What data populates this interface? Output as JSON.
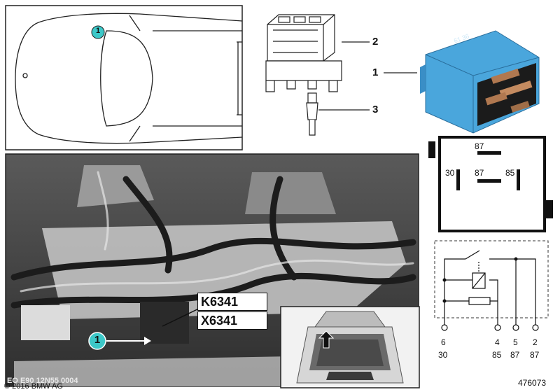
{
  "callout_marker": "1",
  "parts": [
    {
      "number": "2",
      "item": "relay-socket"
    },
    {
      "number": "1",
      "item": "relay"
    },
    {
      "number": "3",
      "item": "terminal"
    }
  ],
  "relay_label_text": "61 36",
  "pin_diagram": {
    "top": "87",
    "left": "30",
    "middle": "87",
    "right": "85"
  },
  "photo_labels": {
    "component": "K6341",
    "connector": "X6341"
  },
  "schematic_pins": [
    {
      "pin": "6",
      "terminal": "30"
    },
    {
      "pin": "4",
      "terminal": "85"
    },
    {
      "pin": "5",
      "terminal": "87"
    },
    {
      "pin": "2",
      "terminal": "87"
    }
  ],
  "photo_code": "EO E90 12N55 0004",
  "copyright": "© 2016 BMW AG",
  "figure_number": "476073",
  "colors": {
    "relay_blue": "#4aa6dc",
    "callout_teal": "#3cc8c8",
    "photo_dark": "#3a3a3a"
  }
}
